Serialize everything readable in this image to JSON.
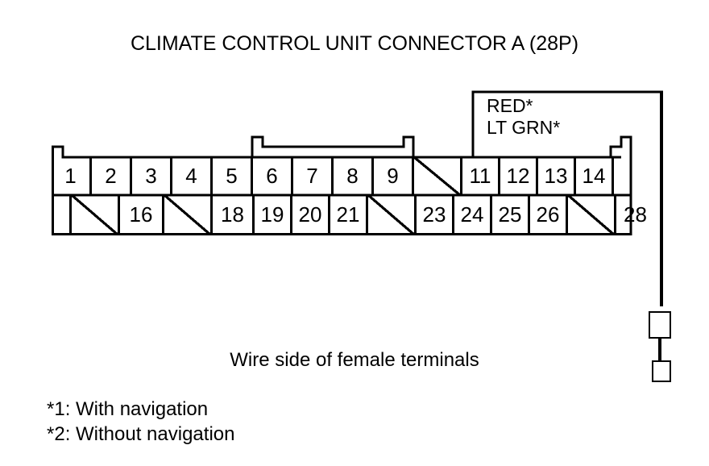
{
  "title": "CLIMATE CONTROL UNIT CONNECTOR A (28P)",
  "caption": "Wire side of female terminals",
  "callout": {
    "line1": "RED*",
    "line2": "LT GRN*"
  },
  "footnotes": {
    "line1": "*1: With navigation",
    "line2": "*2: Without navigation"
  },
  "connector": {
    "name": "CLIMATE CONTROL UNIT CONNECTOR A",
    "pin_count": "28P",
    "top_row": [
      {
        "label": "1",
        "type": "pin",
        "width": 50
      },
      {
        "label": "2",
        "type": "pin",
        "width": 50
      },
      {
        "label": "3",
        "type": "pin",
        "width": 50
      },
      {
        "label": "4",
        "type": "pin",
        "width": 50
      },
      {
        "label": "5",
        "type": "pin",
        "width": 50
      },
      {
        "label": "6",
        "type": "pin",
        "width": 50
      },
      {
        "label": "7",
        "type": "pin",
        "width": 50
      },
      {
        "label": "8",
        "type": "pin",
        "width": 50
      },
      {
        "label": "9",
        "type": "pin",
        "width": 50
      },
      {
        "label": "",
        "type": "empty",
        "width": 60
      },
      {
        "label": "11",
        "type": "pin",
        "width": 47
      },
      {
        "label": "12",
        "type": "pin",
        "width": 47
      },
      {
        "label": "13",
        "type": "pin",
        "width": 47
      },
      {
        "label": "14",
        "type": "pin",
        "width": 47
      },
      {
        "label": "",
        "type": "blank",
        "width": 31
      }
    ],
    "bottom_row": [
      {
        "label": "",
        "type": "blank",
        "width": 25
      },
      {
        "label": "",
        "type": "empty",
        "width": 60
      },
      {
        "label": "16",
        "type": "pin",
        "width": 55
      },
      {
        "label": "",
        "type": "empty",
        "width": 60
      },
      {
        "label": "18",
        "type": "pin",
        "width": 52
      },
      {
        "label": "19",
        "type": "pin",
        "width": 47
      },
      {
        "label": "20",
        "type": "pin",
        "width": 47
      },
      {
        "label": "21",
        "type": "pin",
        "width": 47
      },
      {
        "label": "",
        "type": "empty",
        "width": 60
      },
      {
        "label": "23",
        "type": "pin",
        "width": 47
      },
      {
        "label": "24",
        "type": "pin",
        "width": 47
      },
      {
        "label": "25",
        "type": "pin",
        "width": 47
      },
      {
        "label": "26",
        "type": "pin",
        "width": 47
      },
      {
        "label": "",
        "type": "empty",
        "width": 60
      },
      {
        "label": "28",
        "type": "pin",
        "width": 47
      }
    ]
  },
  "colors": {
    "ink": "#000000",
    "paper": "#ffffff"
  }
}
